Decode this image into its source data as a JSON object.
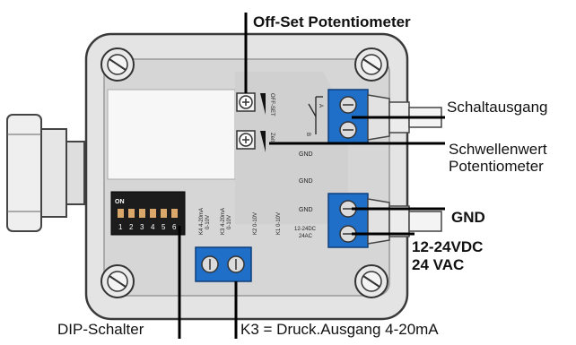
{
  "callouts": {
    "offset": "Off-Set Potentiometer",
    "schaltausgang": "Schaltausgang",
    "schwellenwert_line1": "Schwellenwert",
    "schwellenwert_line2": "Potentiometer",
    "gnd": "GND",
    "supply_line1": "12-24VDC",
    "supply_line2": "24 VAC",
    "dip": "DIP-Schalter",
    "k3": "K3 = Druck.Ausgang 4-20mA"
  },
  "board": {
    "offset_label": "OFF-SET",
    "zeit_label": "Zeit",
    "relay_a": "A",
    "relay_b": "B",
    "gnd_1": "GND",
    "gnd_2": "GND",
    "gnd_3": "GND",
    "supply_1": "12-24DC",
    "supply_2": "24AC",
    "dip_on": "ON",
    "dip_numbers": [
      "1",
      "2",
      "3",
      "4",
      "5",
      "6"
    ],
    "k4_1": "K4 4-20mA",
    "k4_2": "0-10V",
    "k3_1": "K3 4-20mA",
    "k3_2": "0-10V",
    "k2": "K2 0-10V",
    "k1": "K1 0-10V"
  },
  "colors": {
    "terminal_blue": "#1f6fc9",
    "housing": "#e3e3e3",
    "board": "#d7d7d7"
  }
}
